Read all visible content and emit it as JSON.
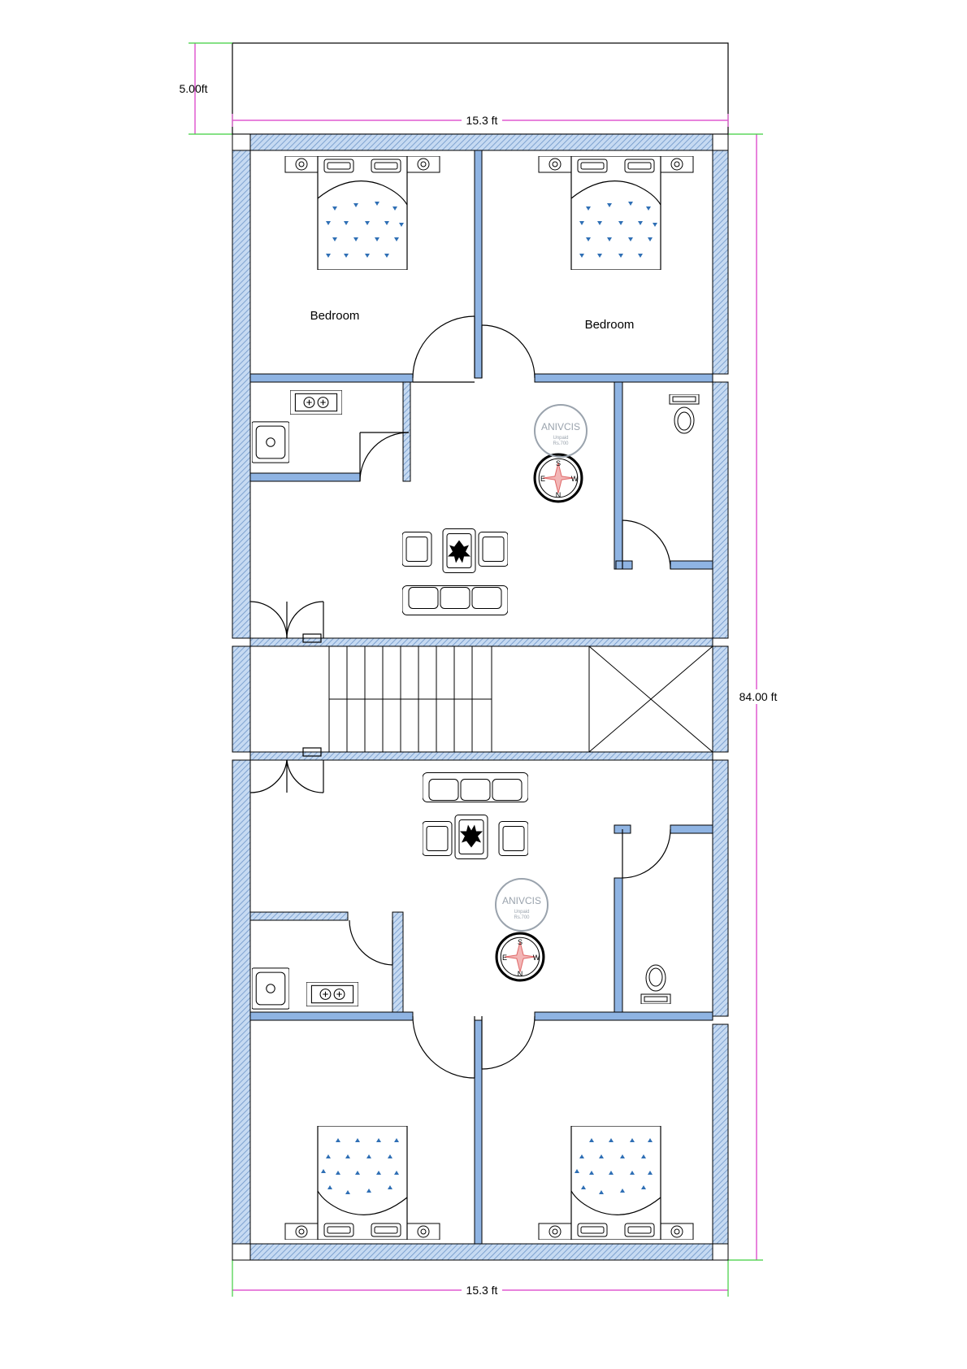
{
  "dimensions": {
    "setback": "5.00ft",
    "width_top": "15.3 ft",
    "width_bottom": "15.3 ft",
    "length": "84.00 ft"
  },
  "rooms": {
    "bedroom_left": "Bedroom",
    "bedroom_right": "Bedroom"
  },
  "watermark": {
    "brand": "ANIVCIS",
    "status": "Unpaid",
    "price": "Rs.700"
  },
  "compass": {
    "s": "S",
    "w": "W",
    "e": "E",
    "n": "N"
  },
  "colors": {
    "wall_fill": "#8fb4e3",
    "wall_hatch": "#6d95c8",
    "dimension_line": "#e05ad0",
    "dimension_ext": "#3fcf3f",
    "line": "#000000",
    "bed_accent": "#2f6fb5"
  }
}
